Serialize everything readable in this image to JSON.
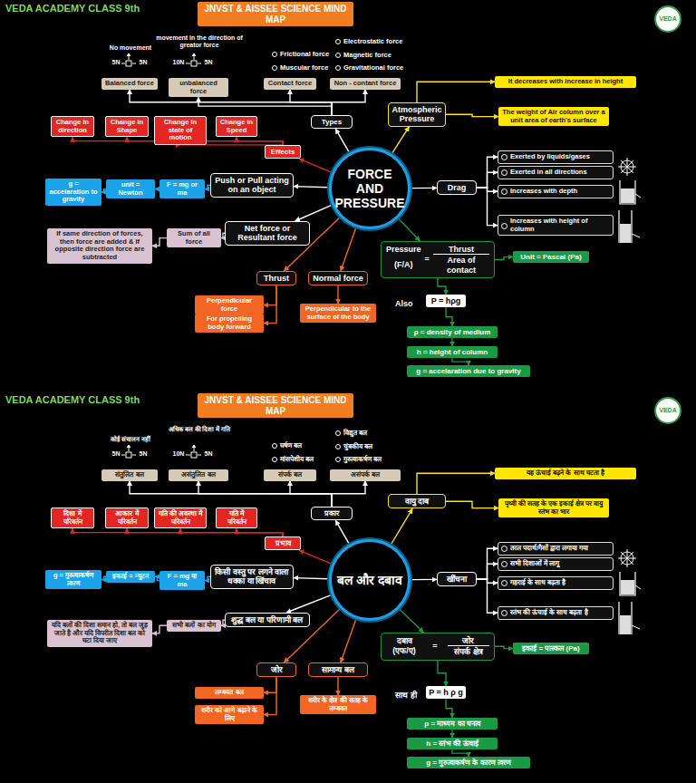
{
  "diagram": {
    "nodes": [
      {
        "text": [
          "JNVST & AISSEE SCIENCE MIND MAP"
        ]
      },
      {
        "text": [
          "FORCE AND PRESSURE"
        ]
      },
      {
        "text": [
          "Types"
        ]
      },
      {
        "text": [
          "Balanced force"
        ]
      },
      {
        "text": [
          "unbalanced force"
        ]
      },
      {
        "text": [
          "Contact force"
        ]
      },
      {
        "text": [
          "Non - contant force"
        ]
      },
      {
        "text": [
          "Effects"
        ]
      },
      {
        "text": [
          "Change in direction"
        ]
      },
      {
        "text": [
          "Change in Shape"
        ]
      },
      {
        "text": [
          "Change in state of motion"
        ]
      },
      {
        "text": [
          "Change in Speed"
        ]
      },
      {
        "text": [
          "Push or Pull acting on an object"
        ]
      },
      {
        "text": [
          "F = mg or ma"
        ]
      },
      {
        "text": [
          "unit = Newton"
        ]
      },
      {
        "text": [
          "g = accelaration to gravity"
        ]
      },
      {
        "text": [
          "Net force or Resultant force"
        ]
      },
      {
        "text": [
          "Sum of all force"
        ]
      },
      {
        "text": [
          "If same direction of forces, then force are added & If opposite direction force are subtracted"
        ]
      },
      {
        "text": [
          "Thrust"
        ]
      },
      {
        "text": [
          "Perpendicular force"
        ]
      },
      {
        "text": [
          "For propelling body forward"
        ]
      },
      {
        "text": [
          "Normal force"
        ]
      },
      {
        "text": [
          "Perpendicular to the surface of the body"
        ]
      },
      {
        "text": [
          "Atmospheric Pressure"
        ]
      },
      {
        "text": [
          "It decreases with increase in height"
        ]
      },
      {
        "text": [
          "The weight of Air column over a unit area of earth's surface"
        ]
      },
      {
        "text": [
          "Drag"
        ]
      },
      {
        "text": [
          "Exerted by liquids/gases"
        ]
      },
      {
        "text": [
          "Exerted in all directions"
        ]
      },
      {
        "text": [
          "Increases with depth"
        ]
      },
      {
        "text": [
          "Increases with height of column"
        ]
      },
      {
        "text": [
          "Pressure",
          "=",
          "(F/A)",
          "Thrust",
          "Area of contact"
        ]
      },
      {
        "text": [
          "Unit = Pascal (Pa)"
        ]
      },
      {
        "text": [
          "P = hρg"
        ]
      },
      {
        "text": [
          "ρ = density of medium"
        ]
      },
      {
        "text": [
          "h = height of column"
        ]
      },
      {
        "text": [
          "g = accelaration due to gravity"
        ]
      },
      {
        "text": [
          "JNVST & AISSEE SCIENCE MIND MAP"
        ]
      },
      {
        "text": [
          "बल और दबाव"
        ]
      },
      {
        "text": [
          "प्रकार"
        ]
      },
      {
        "text": [
          "संतुलित बल"
        ]
      },
      {
        "text": [
          "असंतुलित बल"
        ]
      },
      {
        "text": [
          "संपर्क बल"
        ]
      },
      {
        "text": [
          "असंपर्क बल"
        ]
      },
      {
        "text": [
          "प्रभाव"
        ]
      },
      {
        "text": [
          "दिशा में परिवर्तन"
        ]
      },
      {
        "text": [
          "आकार में परिवर्तन"
        ]
      },
      {
        "text": [
          "गति की अवस्था में परिवर्तन"
        ]
      },
      {
        "text": [
          "गति में परिवर्तन"
        ]
      },
      {
        "text": [
          "किसी वस्तु पर लगने वाला धक्का या खिंचाव"
        ]
      },
      {
        "text": [
          "F = mg या ma"
        ]
      },
      {
        "text": [
          "इकाई = न्यूटन"
        ]
      },
      {
        "text": [
          "g = गुरुत्वाकर्षण त्वरण"
        ]
      },
      {
        "text": [
          "शुद्ध बल या परिणामी बल"
        ]
      },
      {
        "text": [
          "सभी बलों का योग"
        ]
      },
      {
        "text": [
          "यदि बलों की दिशा समान हो, तो बल जुड़ जाते है और यदि विपरीत दिशा बल को घटा दिया जाए"
        ]
      },
      {
        "text": [
          "जोर"
        ]
      },
      {
        "text": [
          "लम्बवत बल"
        ]
      },
      {
        "text": [
          "शरीर को आगे बढ़ाने के लिए"
        ]
      },
      {
        "text": [
          "सामान्य बल"
        ]
      },
      {
        "text": [
          "शरीर के क्षेत्र की सतह के लम्बवत"
        ]
      },
      {
        "text": [
          "वायु दाब"
        ]
      },
      {
        "text": [
          "यह ऊंचाई बढ़ने के साथ घटता है"
        ]
      },
      {
        "text": [
          "पृथ्वी की सतह के एक इकाई क्षेत्र पर वायु स्तंभ का भार"
        ]
      },
      {
        "text": [
          "खींचना"
        ]
      },
      {
        "text": [
          "तरल पदार्थ/गैसों द्वारा लगाया गया"
        ]
      },
      {
        "text": [
          "सभी दिशाओं में लागू"
        ]
      },
      {
        "text": [
          "गहराई के साथ बढ़ता है"
        ]
      },
      {
        "text": [
          "स्तंभ की ऊंचाई के साथ बढ़ता है"
        ]
      },
      {
        "text": [
          "दबाव",
          "=",
          "(एफ/ए)",
          "जोर",
          "संपर्क क्षेत्र"
        ]
      },
      {
        "text": [
          "इकाई = पास्कल (Pa)"
        ]
      },
      {
        "text": [
          "P = h ρ g"
        ]
      },
      {
        "text": [
          "ρ = माध्यम का घनत्व"
        ]
      },
      {
        "text": [
          "h = स्तंभ की ऊंचाई"
        ]
      },
      {
        "text": [
          "g = गुरुत्वाकर्षण के कारण त्वरण"
        ]
      }
    ],
    "edges": [
      {
        "from": 1,
        "to": 2,
        "arrow": "to"
      },
      {
        "from": 2,
        "to": 3,
        "arrow": "to"
      },
      {
        "from": 2,
        "to": 4,
        "arrow": "to"
      },
      {
        "from": 2,
        "to": 5,
        "arrow": "to"
      },
      {
        "from": 2,
        "to": 6,
        "arrow": "to"
      },
      {
        "from": 1,
        "to": 7,
        "arrow": "to"
      },
      {
        "from": 7,
        "to": 8,
        "arrow": "to"
      },
      {
        "from": 7,
        "to": 9,
        "arrow": "to"
      },
      {
        "from": 7,
        "to": 10,
        "arrow": "to"
      },
      {
        "from": 7,
        "to": 11,
        "arrow": "to"
      },
      {
        "from": 1,
        "to": 12,
        "arrow": "to"
      },
      {
        "from": 12,
        "to": 13,
        "arrow": "to"
      },
      {
        "from": 13,
        "to": 14,
        "arrow": "to"
      },
      {
        "from": 14,
        "to": 15,
        "arrow": "to"
      },
      {
        "from": 1,
        "to": 16,
        "arrow": "to"
      },
      {
        "from": 16,
        "to": 17,
        "arrow": "to"
      },
      {
        "from": 17,
        "to": 18,
        "arrow": "to"
      },
      {
        "from": 1,
        "to": 19,
        "arrow": "to"
      },
      {
        "from": 19,
        "to": 20,
        "arrow": "to"
      },
      {
        "from": 19,
        "to": 21,
        "arrow": "to"
      },
      {
        "from": 1,
        "to": 22,
        "arrow": "to"
      },
      {
        "from": 22,
        "to": 23,
        "arrow": "to"
      },
      {
        "from": 1,
        "to": 24,
        "arrow": "to"
      },
      {
        "from": 24,
        "to": 25,
        "arrow": "to"
      },
      {
        "from": 24,
        "to": 26,
        "arrow": "to"
      },
      {
        "from": 1,
        "to": 27,
        "arrow": "to"
      },
      {
        "from": 27,
        "to": 28,
        "arrow": "to"
      },
      {
        "from": 27,
        "to": 29,
        "arrow": "to"
      },
      {
        "from": 27,
        "to": 30,
        "arrow": "to"
      },
      {
        "from": 27,
        "to": 31,
        "arrow": "to"
      },
      {
        "from": 1,
        "to": 32,
        "arrow": "to"
      },
      {
        "from": 32,
        "to": 33,
        "arrow": "to"
      },
      {
        "from": 32,
        "to": 34,
        "arrow": "to"
      },
      {
        "from": 34,
        "to": 35,
        "arrow": "to"
      },
      {
        "from": 35,
        "to": 36,
        "arrow": "to"
      },
      {
        "from": 36,
        "to": 37,
        "arrow": "to"
      },
      {
        "from": 39,
        "to": 40,
        "arrow": "to"
      },
      {
        "from": 40,
        "to": 41,
        "arrow": "to"
      },
      {
        "from": 40,
        "to": 42,
        "arrow": "to"
      },
      {
        "from": 40,
        "to": 43,
        "arrow": "to"
      },
      {
        "from": 40,
        "to": 44,
        "arrow": "to"
      },
      {
        "from": 39,
        "to": 45,
        "arrow": "to"
      },
      {
        "from": 45,
        "to": 46,
        "arrow": "to"
      },
      {
        "from": 45,
        "to": 47,
        "arrow": "to"
      },
      {
        "from": 45,
        "to": 48,
        "arrow": "to"
      },
      {
        "from": 45,
        "to": 49,
        "arrow": "to"
      },
      {
        "from": 39,
        "to": 50,
        "arrow": "to"
      },
      {
        "from": 50,
        "to": 51,
        "arrow": "to"
      },
      {
        "from": 51,
        "to": 52,
        "arrow": "to"
      },
      {
        "from": 52,
        "to": 53,
        "arrow": "to"
      },
      {
        "from": 39,
        "to": 54,
        "arrow": "to"
      },
      {
        "from": 54,
        "to": 55,
        "arrow": "to"
      },
      {
        "from": 55,
        "to": 56,
        "arrow": "to"
      },
      {
        "from": 39,
        "to": 57,
        "arrow": "to"
      },
      {
        "from": 57,
        "to": 58,
        "arrow": "to"
      },
      {
        "from": 57,
        "to": 59,
        "arrow": "to"
      },
      {
        "from": 39,
        "to": 60,
        "arrow": "to"
      },
      {
        "from": 60,
        "to": 61,
        "arrow": "to"
      },
      {
        "from": 39,
        "to": 62,
        "arrow": "to"
      },
      {
        "from": 62,
        "to": 63,
        "arrow": "to"
      },
      {
        "from": 62,
        "to": 64,
        "arrow": "to"
      },
      {
        "from": 39,
        "to": 65,
        "arrow": "to"
      },
      {
        "from": 65,
        "to": 66,
        "arrow": "to"
      },
      {
        "from": 65,
        "to": 67,
        "arrow": "to"
      },
      {
        "from": 65,
        "to": 68,
        "arrow": "to"
      },
      {
        "from": 65,
        "to": 69,
        "arrow": "to"
      },
      {
        "from": 39,
        "to": 70,
        "arrow": "to"
      },
      {
        "from": 70,
        "to": 71,
        "arrow": "to"
      },
      {
        "from": 70,
        "to": 72,
        "arrow": "to"
      },
      {
        "from": 72,
        "to": 73,
        "arrow": "to"
      },
      {
        "from": 73,
        "to": 74,
        "arrow": "to"
      },
      {
        "from": 74,
        "to": 75,
        "arrow": "to"
      }
    ],
    "labels": [
      "VEDA ACADEMY CLASS 9th",
      "VEDA",
      "No movement",
      "movement in the direction of greator force",
      "5N",
      "5N",
      "10N",
      "5N",
      "Frictional force",
      "Muscular force",
      "Electrostatic force",
      "Magnetic force",
      "Gravitational force",
      "Also",
      "VEDA ACADEMY CLASS 9th",
      "VEDA",
      "कोई संचालन नहीं",
      "अधिक बल की दिशा में गति",
      "5N",
      "5N",
      "10N",
      "5N",
      "घर्षण बल",
      "मांसपेशीय बल",
      "विद्युत बल",
      "चुंबकीय बल",
      "गुरुत्वाकर्षण बल",
      "साथ ही"
    ]
  }
}
